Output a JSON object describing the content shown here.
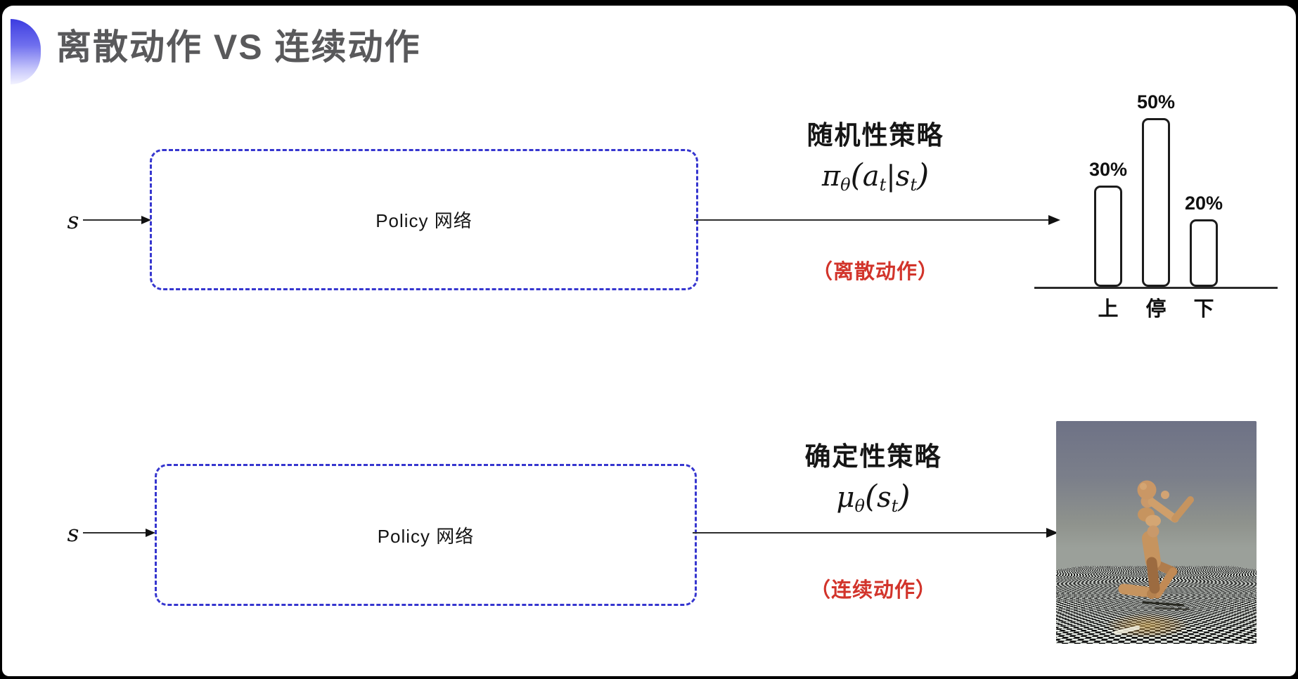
{
  "slide": {
    "title": "离散动作 VS 连续动作"
  },
  "top_flow": {
    "input_label": "s",
    "box_label": "Policy 网络",
    "policy_name": "随机性策略",
    "formula": {
      "symbol": "π",
      "symbol_sub": "θ",
      "arg_open": "(",
      "arg1": "a",
      "arg1_sub": "t",
      "separator": "|",
      "arg2": "s",
      "arg2_sub": "t",
      "arg_close": ")"
    },
    "action_label": "（离散动作）"
  },
  "bottom_flow": {
    "input_label": "s",
    "box_label": "Policy 网络",
    "policy_name": "确定性策略",
    "formula": {
      "symbol": "μ",
      "symbol_sub": "θ",
      "arg_open": "(",
      "arg1": "s",
      "arg1_sub": "t",
      "arg_close": ")"
    },
    "action_label": "（连续动作）",
    "result_visual": "mujoco-humanoid-on-checkerboard"
  },
  "chart_data": {
    "type": "bar",
    "categories": [
      "上",
      "停",
      "下"
    ],
    "values": [
      30,
      50,
      20
    ],
    "value_labels": [
      "30%",
      "50%",
      "20%"
    ],
    "title": "",
    "xlabel": "",
    "ylabel": "",
    "ylim": [
      0,
      55
    ],
    "grid": false,
    "legend": false,
    "bar_style": "outlined-white-rounded"
  },
  "colors": {
    "dashed_box_blue": "#3636cf",
    "red_action_label": "#d2342b",
    "title_gray": "#59595b",
    "bullet_blue": "#3c3ce0"
  }
}
